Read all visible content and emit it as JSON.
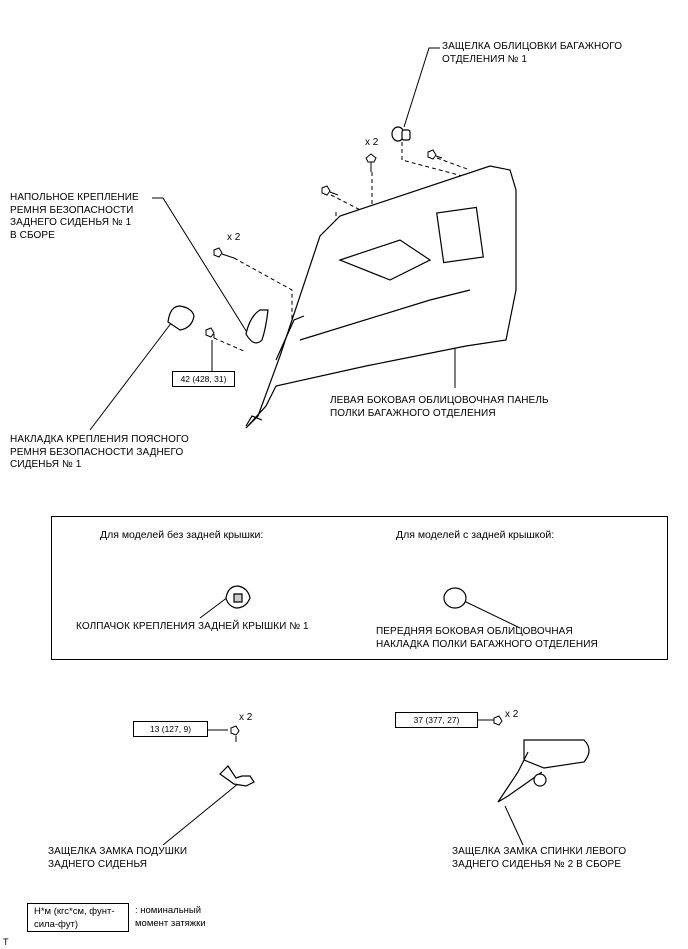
{
  "labels": {
    "lid_clip": [
      "ЗАЩЕЛКА ОБЛИЦОВКИ БАГАЖНОГО",
      "ОТДЕЛЕНИЯ № 1"
    ],
    "floor_anchor": [
      "НАПОЛЬНОЕ КРЕПЛЕНИЕ",
      "РЕМНЯ БЕЗОПАСНОСТИ",
      "ЗАДНЕГО СИДЕНЬЯ № 1",
      "В СБОРЕ"
    ],
    "side_panel": [
      "ЛЕВАЯ БОКОВАЯ ОБЛИЦОВОЧНАЯ ПАНЕЛЬ",
      "ПОЛКИ БАГАЖНОГО ОТДЕЛЕНИЯ"
    ],
    "belt_cover": [
      "НАКЛАДКА КРЕПЛЕНИЯ ПОЯСНОГО",
      "РЕМНЯ БЕЗОПАСНОСТИ ЗАДНЕГО",
      "СИДЕНЬЯ № 1"
    ],
    "cushion_lock": [
      "ЗАЩЕЛКА ЗАМКА ПОДУШКИ",
      "ЗАДНЕГО СИДЕНЬЯ"
    ],
    "seatback_lock": [
      "ЗАЩЕЛКА ЗАМКА СПИНКИ ЛЕВОГО",
      "ЗАДНЕГО СИДЕНЬЯ № 2 В СБОРЕ"
    ]
  },
  "quantities": {
    "top_screws": "x 2",
    "left_bolts": "x 2",
    "cushion_screws": "x 2",
    "seatback_screws": "x 2"
  },
  "torques": {
    "belt_anchor": "42 (428, 31)",
    "cushion_lock": "13 (127, 9)",
    "seatback_lock": "37 (377, 27)"
  },
  "variants": {
    "without_cover": {
      "heading": "Для моделей без задней крышки:",
      "part": "КОЛПАЧОК КРЕПЛЕНИЯ ЗАДНЕЙ КРЫШКИ № 1"
    },
    "with_cover": {
      "heading": "Для моделей с задней крышкой:",
      "part": [
        "ПЕРЕДНЯЯ БОКОВАЯ ОБЛИЦОВОЧНАЯ",
        "НАКЛАДКА ПОЛКИ БАГАЖНОГО ОТДЕЛЕНИЯ"
      ]
    }
  },
  "legend": {
    "box": [
      "Н*м (кгс*см, фунт-",
      "сила-фут)"
    ],
    "text": [
      ": номинальный",
      "момент затяжки"
    ]
  },
  "corner_mark": "T"
}
